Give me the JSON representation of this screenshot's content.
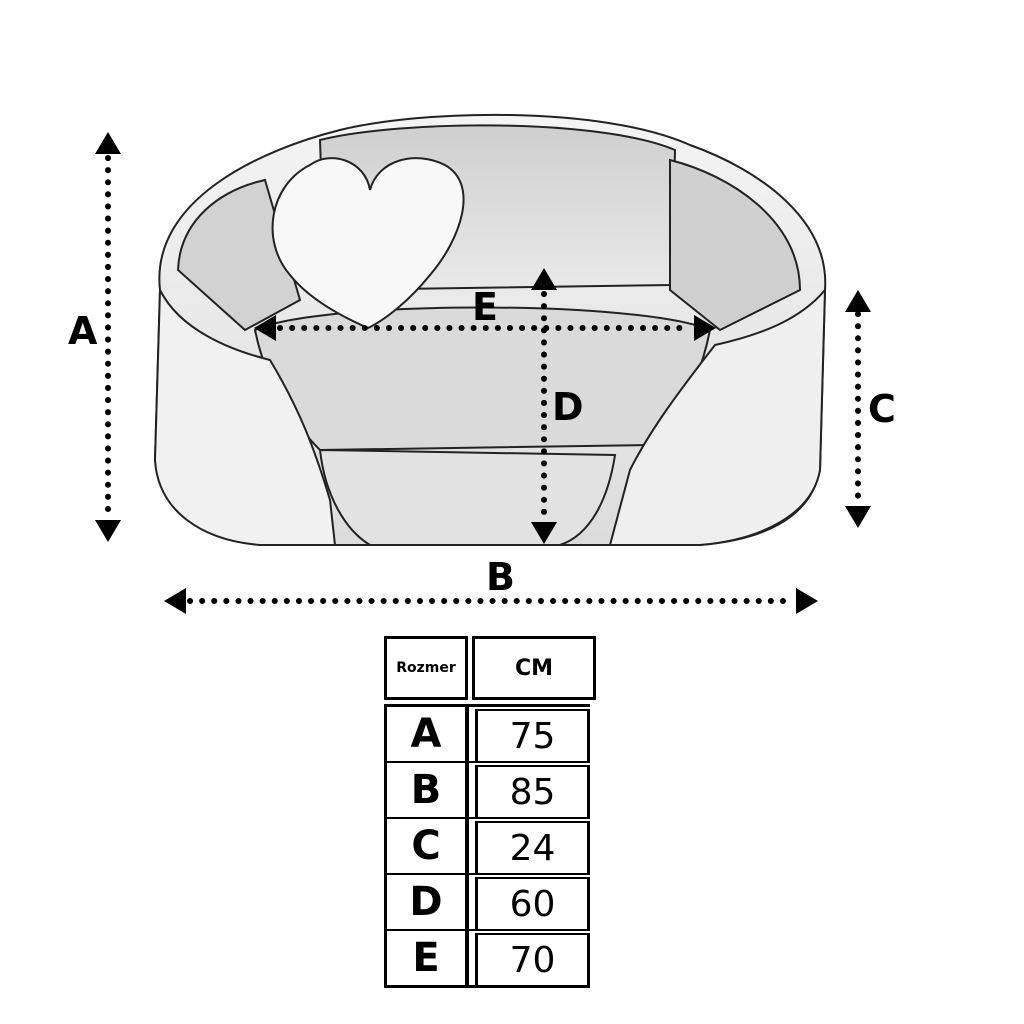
{
  "dimension_labels": {
    "a": "A",
    "b": "B",
    "c": "C",
    "d": "D",
    "e": "E"
  },
  "table": {
    "header_size": "Rozmer",
    "header_unit": "CM",
    "rows": [
      {
        "key": "A",
        "value": "75"
      },
      {
        "key": "B",
        "value": "85"
      },
      {
        "key": "C",
        "value": "24"
      },
      {
        "key": "D",
        "value": "60"
      },
      {
        "key": "E",
        "value": "70"
      }
    ]
  },
  "colors": {
    "line": "#000000",
    "bed_fill": "#f6f6f6",
    "bed_shade": "#d9d9d9"
  }
}
